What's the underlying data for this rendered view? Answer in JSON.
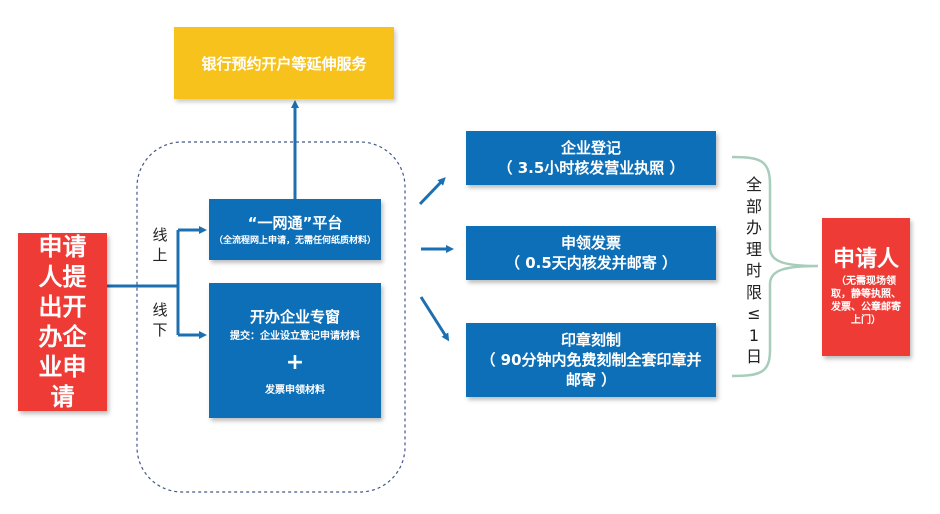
{
  "applicant": {
    "chars": [
      "申请",
      "人提",
      "出开",
      "办企",
      "业申",
      "请"
    ]
  },
  "bank_service": "银行预约开户等延伸服务",
  "online_label": [
    "线",
    "上"
  ],
  "offline_label": [
    "线",
    "下"
  ],
  "yiwangtong": {
    "title": "“一网通”平台",
    "subtitle": "（全流程网上申请，无需任何纸质材料）"
  },
  "service_window": {
    "title": "开办企业专窗",
    "submit": "提交：企业设立登记申请材料",
    "plus": "+",
    "receive": "发票申领材料"
  },
  "services": [
    {
      "title": "企业登记",
      "sub": "（ 3.5小时核发营业执照 ）"
    },
    {
      "title": "申领发票",
      "sub": "（ 0.5天内核发并邮寄 ）"
    },
    {
      "title": "印章刻制",
      "sub": "（ 90分钟内免费刻制全套印章并邮寄 ）"
    }
  ],
  "time_limit": [
    "全",
    "部",
    "办",
    "理",
    "时",
    "限",
    "≤",
    "1",
    "日"
  ],
  "recipient": {
    "title": "申请人",
    "note": "（无需现场领取，静等执照、发票、公章邮寄上门）"
  },
  "colors": {
    "red": "#ef3b36",
    "blue": "#0d6fb8",
    "yellow": "#f7c21c",
    "arrow": "#1c6fb0",
    "bracket": "#a8cdbb"
  }
}
